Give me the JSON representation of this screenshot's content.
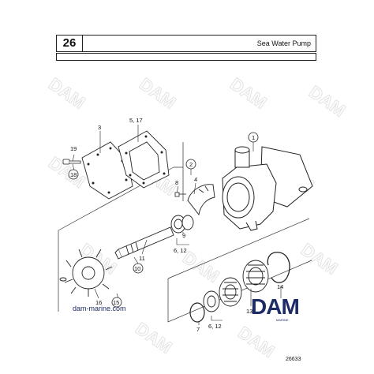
{
  "header": {
    "group_number": "26",
    "title": "Sea Water Pump"
  },
  "watermark": {
    "text": "DAM"
  },
  "website": "dam-marine.com",
  "drawing_number": "26633",
  "logo": {
    "main": "DAM",
    "sub": "MARINE",
    "color": "#1d2b66"
  },
  "callouts": {
    "c1": "1",
    "c2": "2",
    "c3": "3",
    "c4": "4",
    "c5_17": "5, 17",
    "c6_12a": "6, 12",
    "c6_12b": "6, 12",
    "c7": "7",
    "c8": "8",
    "c9": "9",
    "c10": "10",
    "c11": "11",
    "c13": "13",
    "c14": "14",
    "c15": "15",
    "c16": "16",
    "c18": "18",
    "c19": "19"
  }
}
